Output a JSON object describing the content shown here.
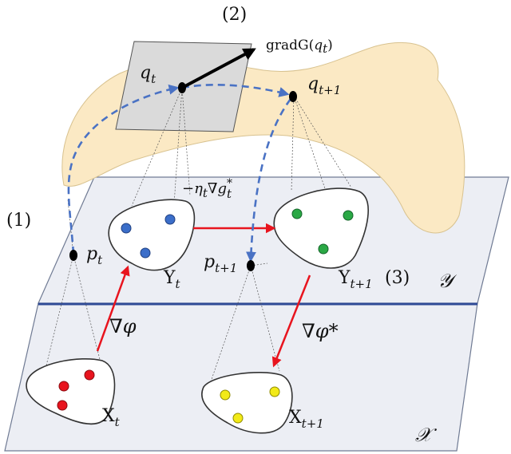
{
  "labels": {
    "step2": "(2)",
    "step1": "(1)",
    "step3": "(3)",
    "grad_prefix": "grad",
    "grad_G": "G(",
    "grad_q": "q",
    "grad_sub": "t",
    "grad_close": ")",
    "q_t": "q",
    "q_t_sub": "t",
    "q_t1": "q",
    "q_t1_sub": "t+1",
    "p_t": "p",
    "p_t_sub": "t",
    "p_t1": "p",
    "p_t1_sub": "t+1",
    "Y_t": "Y",
    "Y_t_sub": "t",
    "Y_t1": "Y",
    "Y_t1_sub": "t+1",
    "X_t": "X",
    "X_t_sub": "t",
    "X_t1": "X",
    "X_t1_sub": "t+1",
    "step_text": "−η",
    "step_sub": "t",
    "step_nabla": "∇g",
    "step_star": "*",
    "step_gsub": "t",
    "nabla_phi": "∇φ",
    "nabla_phi_star": "∇φ*",
    "space_Y": "𝒴",
    "space_X": "𝒳"
  },
  "colors": {
    "manifold": "#fbe9c4",
    "plane": "#eceef4",
    "tangent": "#dadada",
    "dashed": "#4a72c4",
    "red_arrow": "#e8141e",
    "divider": "#2f4b96",
    "blue_dot": "#3b6ec9",
    "green_dot": "#2aa845",
    "red_dot": "#e8141e",
    "yellow_dot": "#f2ea18"
  }
}
